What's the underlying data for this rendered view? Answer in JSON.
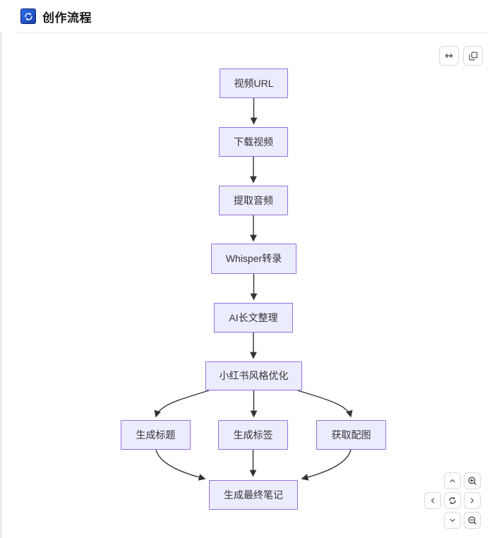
{
  "header": {
    "title": "创作流程",
    "icon": "refresh-logo-icon"
  },
  "toolbar": {
    "buttons": [
      {
        "name": "expand-horizontal-button",
        "icon": "arrow-left-right-icon"
      },
      {
        "name": "copy-button",
        "icon": "copy-icon"
      }
    ]
  },
  "control_pad": {
    "buttons": [
      {
        "name": "pan-up-button",
        "icon": "chevron-up-icon"
      },
      {
        "name": "zoom-in-button",
        "icon": "magnifier-plus-icon"
      },
      {
        "name": "pan-left-button",
        "icon": "chevron-left-icon"
      },
      {
        "name": "reset-view-button",
        "icon": "refresh-icon"
      },
      {
        "name": "pan-right-button",
        "icon": "chevron-right-icon"
      },
      {
        "name": "pan-down-button",
        "icon": "chevron-down-icon"
      },
      {
        "name": "zoom-out-button",
        "icon": "magnifier-minus-icon"
      }
    ]
  },
  "flowchart": {
    "nodes": [
      {
        "id": "video-url",
        "label": "视频URL"
      },
      {
        "id": "download-video",
        "label": "下载视频"
      },
      {
        "id": "extract-audio",
        "label": "提取音频"
      },
      {
        "id": "whisper-transcribe",
        "label": "Whisper转录"
      },
      {
        "id": "ai-longtext",
        "label": "AI长文整理"
      },
      {
        "id": "xhs-style",
        "label": "小红书风格优化"
      },
      {
        "id": "gen-title",
        "label": "生成标题"
      },
      {
        "id": "gen-tags",
        "label": "生成标签"
      },
      {
        "id": "get-images",
        "label": "获取配图"
      },
      {
        "id": "gen-final-note",
        "label": "生成最终笔记"
      }
    ],
    "edges": [
      {
        "from": "视频URL",
        "to": "下载视频"
      },
      {
        "from": "下载视频",
        "to": "提取音频"
      },
      {
        "from": "提取音频",
        "to": "Whisper转录"
      },
      {
        "from": "Whisper转录",
        "to": "AI长文整理"
      },
      {
        "from": "AI长文整理",
        "to": "小红书风格优化"
      },
      {
        "from": "小红书风格优化",
        "to": "生成标题"
      },
      {
        "from": "小红书风格优化",
        "to": "生成标签"
      },
      {
        "from": "小红书风格优化",
        "to": "获取配图"
      },
      {
        "from": "生成标题",
        "to": "生成最终笔记"
      },
      {
        "from": "生成标签",
        "to": "生成最终笔记"
      },
      {
        "from": "获取配图",
        "to": "生成最终笔记"
      }
    ],
    "colors": {
      "node_fill": "#ECECFF",
      "node_border": "#9370DB",
      "edge": "#333333",
      "node_text": "#333333"
    }
  }
}
